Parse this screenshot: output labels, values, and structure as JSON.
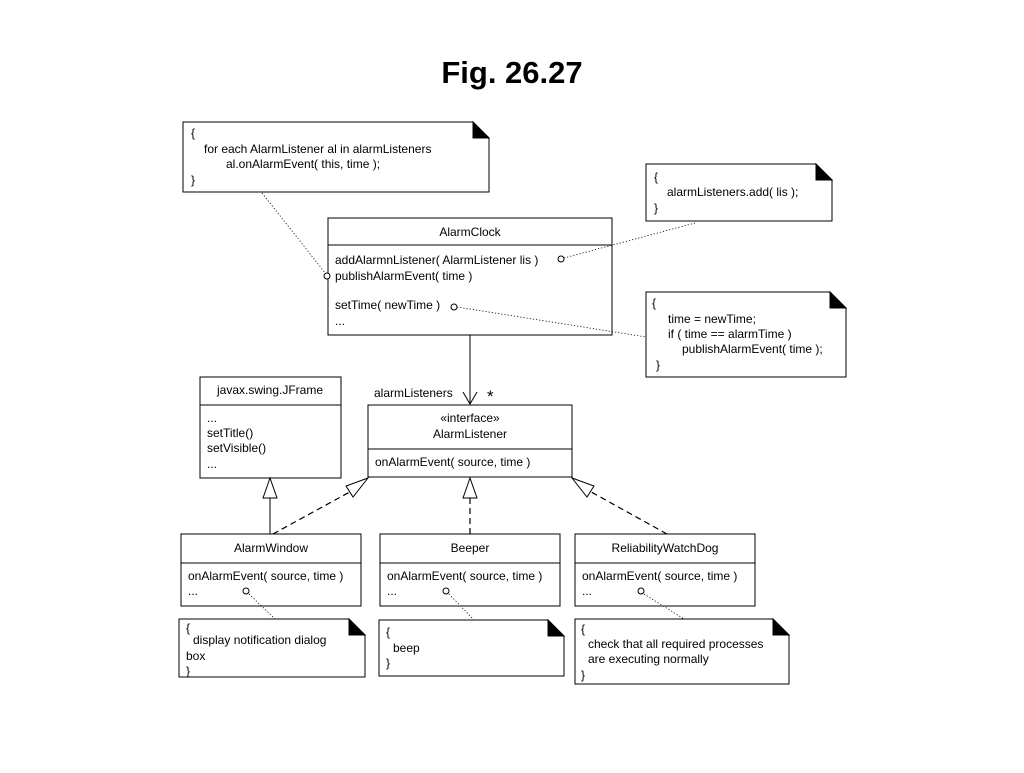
{
  "figure": {
    "title": "Fig. 26.27"
  },
  "classes": {
    "alarm_clock": {
      "name": "AlarmClock",
      "ops": [
        "addAlarmnListener( AlarmListener lis )",
        "publishAlarmEvent( time )",
        "setTime( newTime )",
        "..."
      ]
    },
    "jframe": {
      "name": "javax.swing.JFrame",
      "ops": [
        "...",
        "setTitle()",
        "setVisible()",
        "..."
      ]
    },
    "alarm_listener": {
      "stereotype": "«interface»",
      "name": "AlarmListener",
      "ops": [
        "onAlarmEvent( source, time )"
      ]
    },
    "alarm_window": {
      "name": "AlarmWindow",
      "ops": [
        "onAlarmEvent( source, time )",
        "..."
      ]
    },
    "beeper": {
      "name": "Beeper",
      "ops": [
        "onAlarmEvent( source, time )",
        "..."
      ]
    },
    "watchdog": {
      "name": "ReliabilityWatchDog",
      "ops": [
        "onAlarmEvent( source, time )",
        "..."
      ]
    }
  },
  "association": {
    "role": "alarmListeners",
    "multiplicity": "*"
  },
  "notes": {
    "publish": [
      "{",
      "for each AlarmListener al in alarmListeners",
      "al.onAlarmEvent( this, time );",
      "}"
    ],
    "add": [
      "{",
      "alarmListeners.add( lis );",
      "}"
    ],
    "settime": [
      "{",
      "time = newTime;",
      "if ( time == alarmTime )",
      "publishAlarmEvent( time );",
      "}"
    ],
    "window": [
      "{",
      "display notification dialog",
      "box",
      "}"
    ],
    "beep": [
      "{",
      "beep",
      "}"
    ],
    "check": [
      "{",
      "check that all required processes",
      "are executing normally",
      "}"
    ]
  }
}
